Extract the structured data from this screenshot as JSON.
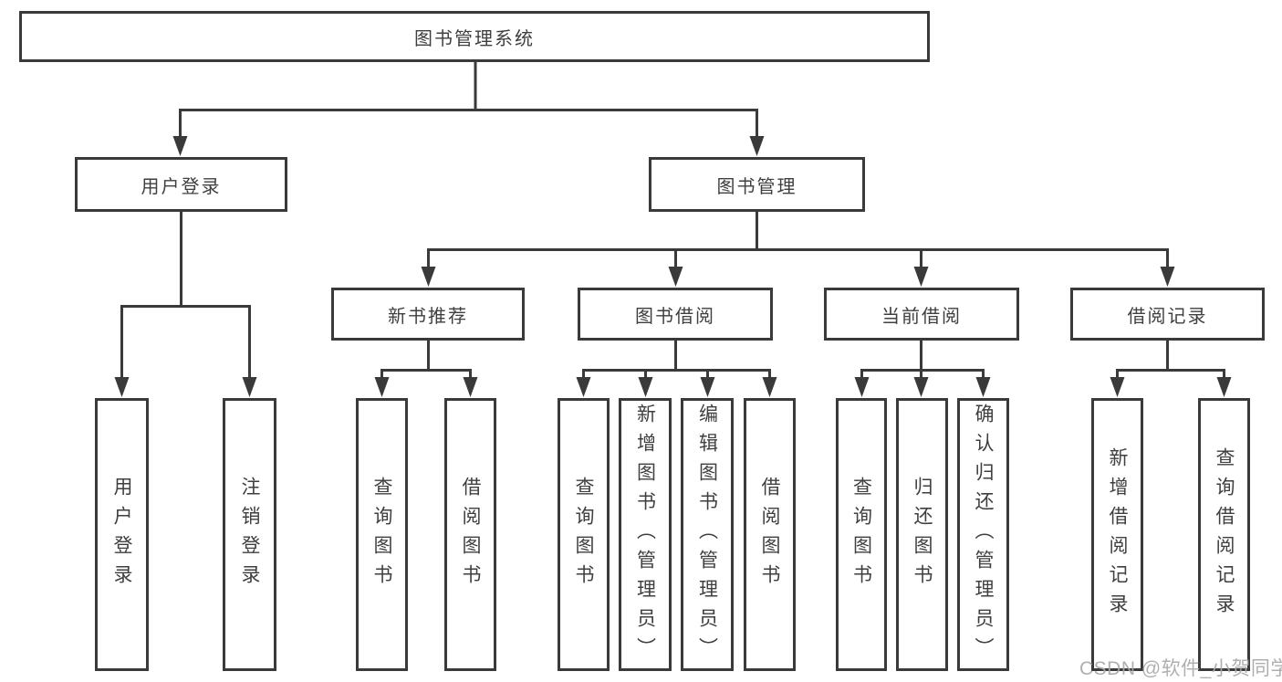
{
  "colors": {
    "line": "#3a3a3a",
    "box_border": "#3a3a3a",
    "text": "#3f3f3f",
    "background": "#ffffff",
    "watermark_text": "#a8a8a8"
  },
  "watermark": {
    "text": "CSDN @软件_小贺同学"
  },
  "tree": {
    "label": "图书管理系统",
    "children": [
      {
        "label": "用户登录",
        "children": [
          {
            "label": "用户登录"
          },
          {
            "label": "注销登录"
          }
        ]
      },
      {
        "label": "图书管理",
        "children": [
          {
            "label": "新书推荐",
            "children": [
              {
                "label": "查询图书"
              },
              {
                "label": "借阅图书"
              }
            ]
          },
          {
            "label": "图书借阅",
            "children": [
              {
                "label": "查询图书"
              },
              {
                "label": "新增图书（管理员）"
              },
              {
                "label": "编辑图书（管理员）"
              },
              {
                "label": "借阅图书"
              }
            ]
          },
          {
            "label": "当前借阅",
            "children": [
              {
                "label": "查询图书"
              },
              {
                "label": "归还图书"
              },
              {
                "label": "确认归还（管理员）"
              }
            ]
          },
          {
            "label": "借阅记录",
            "children": [
              {
                "label": "新增借阅记录"
              },
              {
                "label": "查询借阅记录"
              }
            ]
          }
        ]
      }
    ]
  }
}
